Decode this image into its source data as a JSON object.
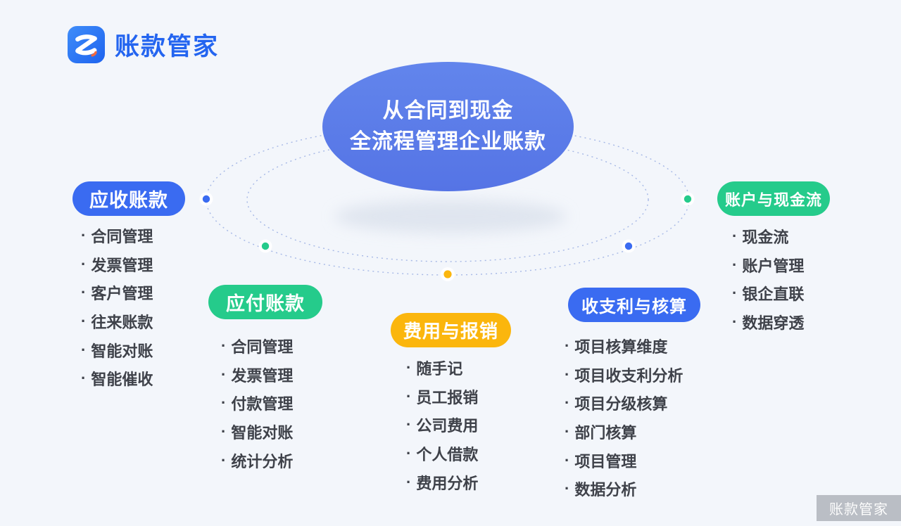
{
  "brand": {
    "name": "账款管家"
  },
  "center": {
    "line1": "从合同到现金",
    "line2": "全流程管理企业账款"
  },
  "categories": [
    {
      "label": "应收账款",
      "color": "blue",
      "items": [
        "合同管理",
        "发票管理",
        "客户管理",
        "往来账款",
        "智能对账",
        "智能催收"
      ]
    },
    {
      "label": "应付账款",
      "color": "green",
      "items": [
        "合同管理",
        "发票管理",
        "付款管理",
        "智能对账",
        "统计分析"
      ]
    },
    {
      "label": "费用与报销",
      "color": "yellow",
      "items": [
        "随手记",
        "员工报销",
        "公司费用",
        "个人借款",
        "费用分析"
      ]
    },
    {
      "label": "收支利与核算",
      "color": "blue",
      "items": [
        "项目核算维度",
        "项目收支利分析",
        "项目分级核算",
        "部门核算",
        "项目管理",
        "数据分析"
      ]
    },
    {
      "label": "账户与现金流",
      "color": "green",
      "items": [
        "现金流",
        "账户管理",
        "银企直联",
        "数据穿透"
      ]
    }
  ],
  "colors": {
    "blue": "#3A6BF1",
    "green": "#25CB8B",
    "yellow": "#FBB60D",
    "bubble": "#5B7CE9",
    "brand": "#2465F0",
    "orbit": "#A6B8E6"
  },
  "bullet": "·",
  "watermark": {
    "text": "账款管家"
  }
}
